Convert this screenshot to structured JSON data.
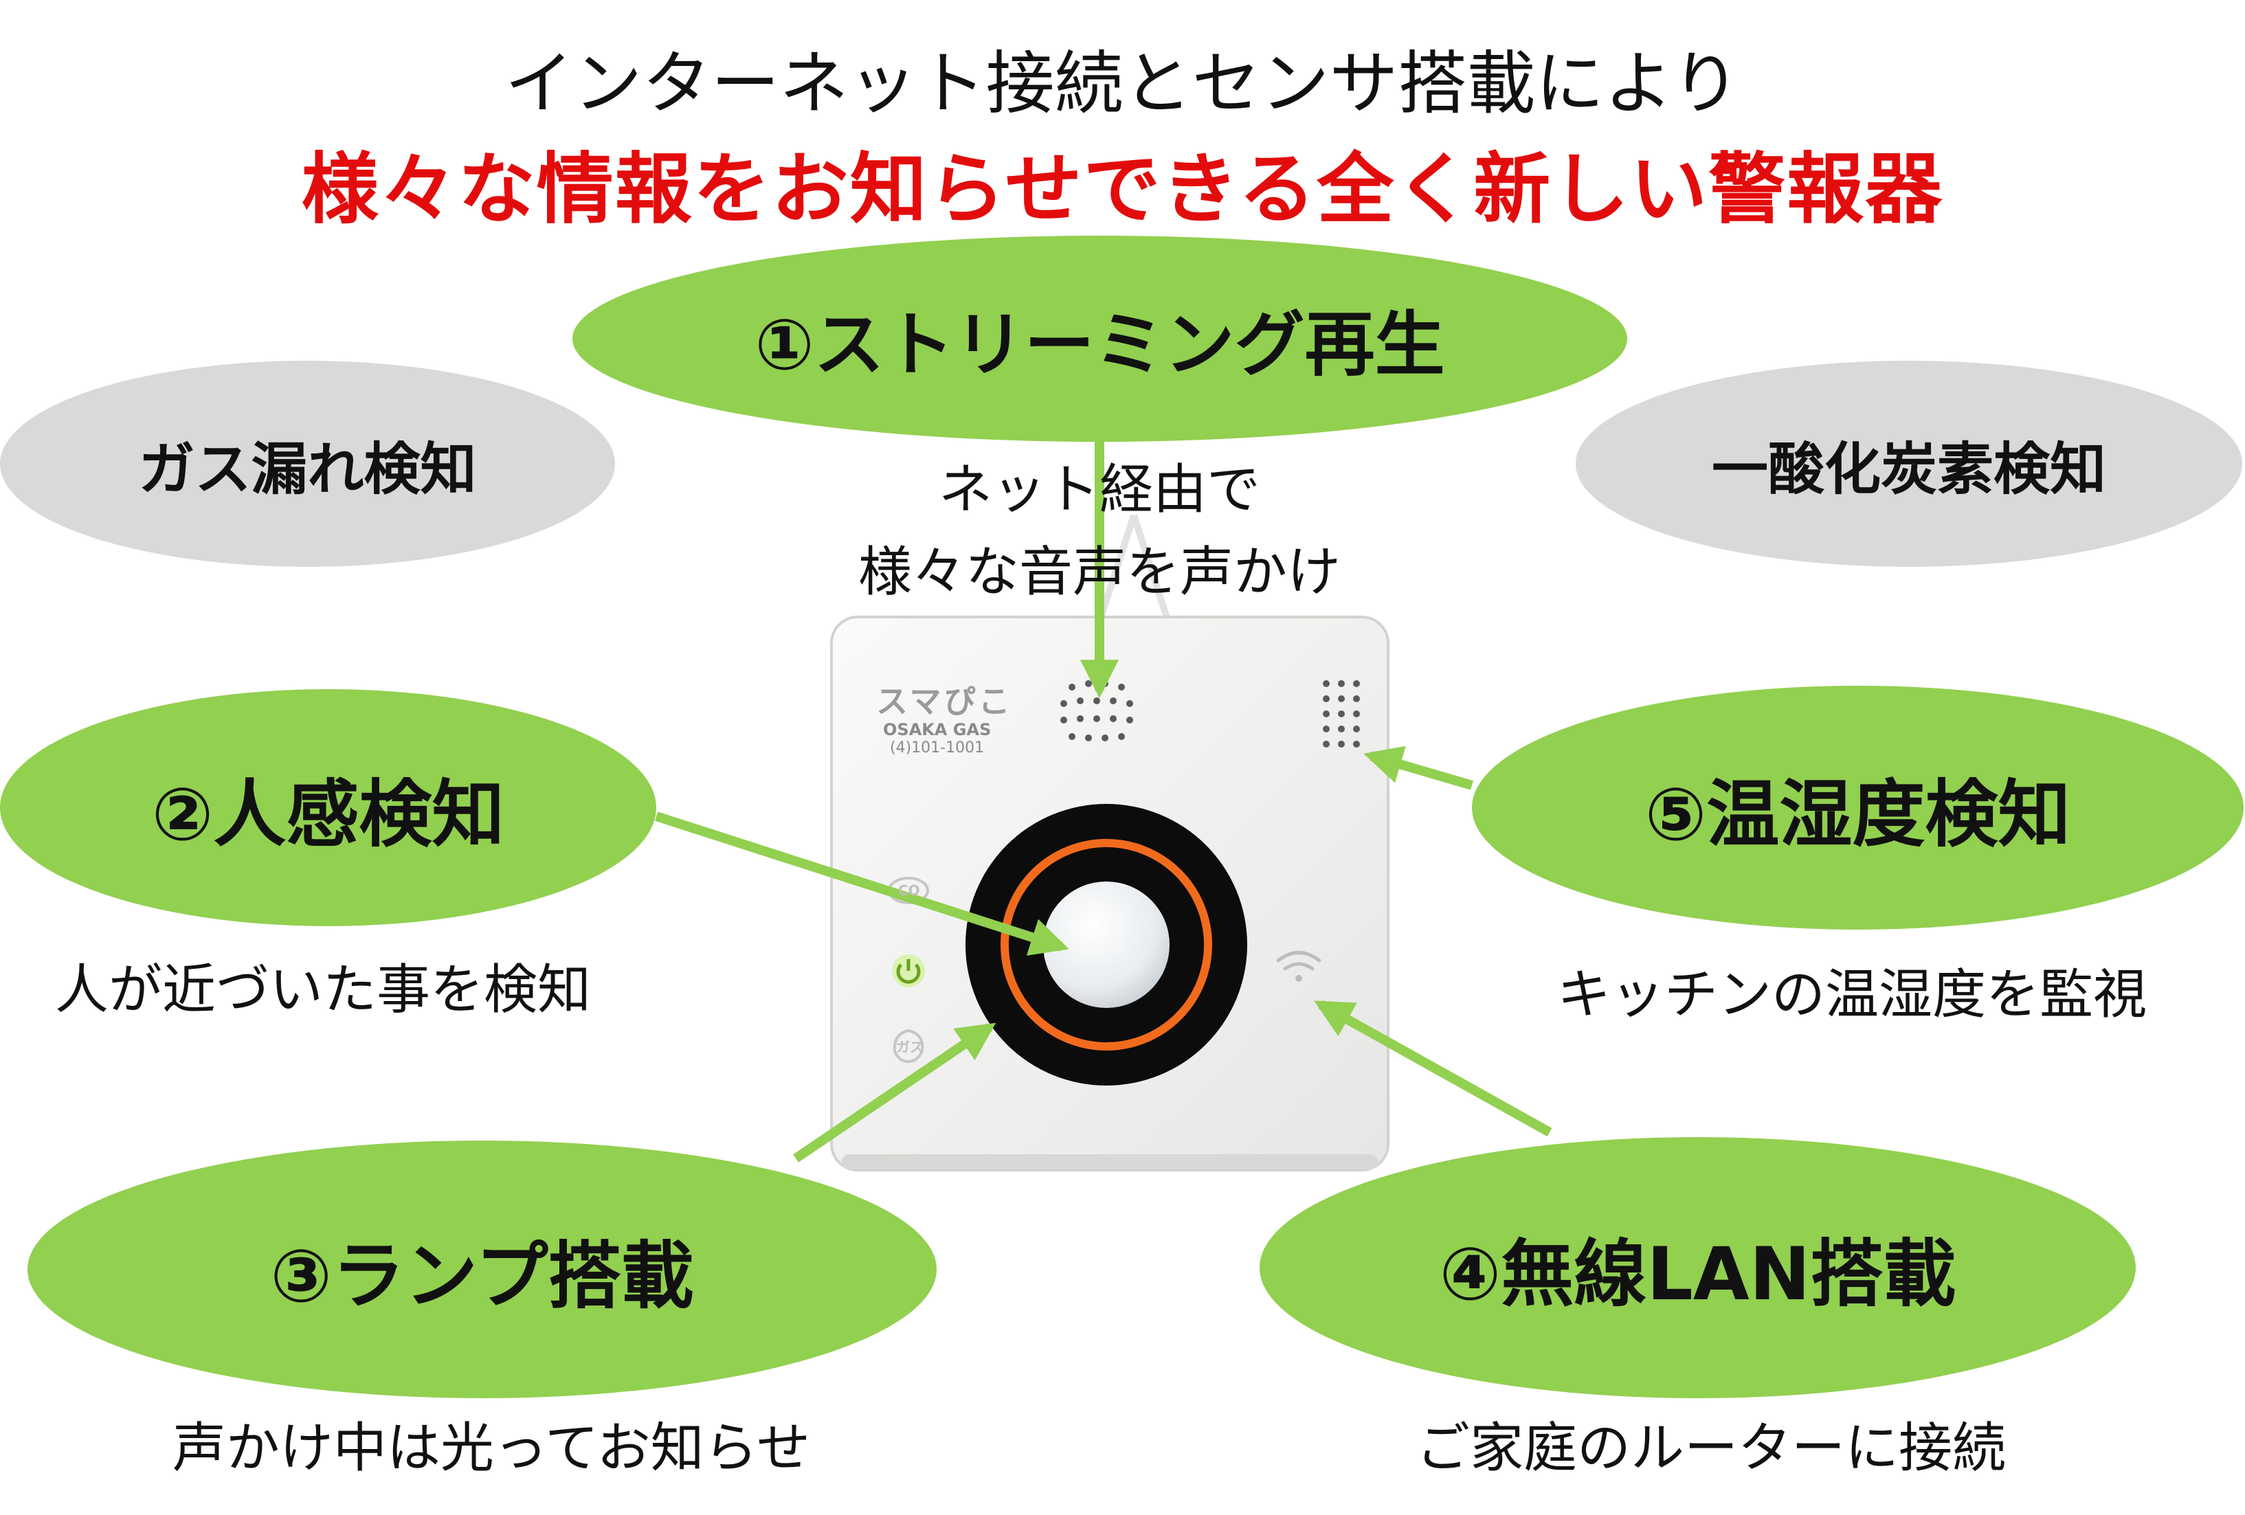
{
  "header": {
    "line1": "インターネット接続とセンサ搭載により",
    "line2": "様々な情報をお知らせできる全く新しい警報器"
  },
  "features": {
    "streaming": {
      "title": "①ストリーミング再生",
      "caption_l1": "ネット経由で",
      "caption_l2": "様々な音声を声かけ"
    },
    "presence": {
      "title": "②人感検知",
      "caption": "人が近づいた事を検知"
    },
    "lamp": {
      "title": "③ランプ搭載",
      "caption": "声かけ中は光ってお知らせ"
    },
    "wifi": {
      "title": "④無線LAN搭載",
      "caption": "ご家庭のルーターに接続"
    },
    "temp_humidity": {
      "title": "⑤温湿度検知",
      "caption": "キッチンの温湿度を監視"
    },
    "gas_leak": {
      "title": "ガス漏れ検知"
    },
    "co": {
      "title": "一酸化炭素検知"
    }
  },
  "device": {
    "brand": "スマぴこ",
    "maker": "OSAKA GAS",
    "model": "(4)101-1001",
    "icon_co": "CO",
    "icon_gas": "ガス"
  },
  "colors": {
    "accent_green": "#92d050",
    "title_red": "#e30c0c",
    "gray_badge": "#d9d9d9",
    "ring_orange": "#f26b1d"
  }
}
